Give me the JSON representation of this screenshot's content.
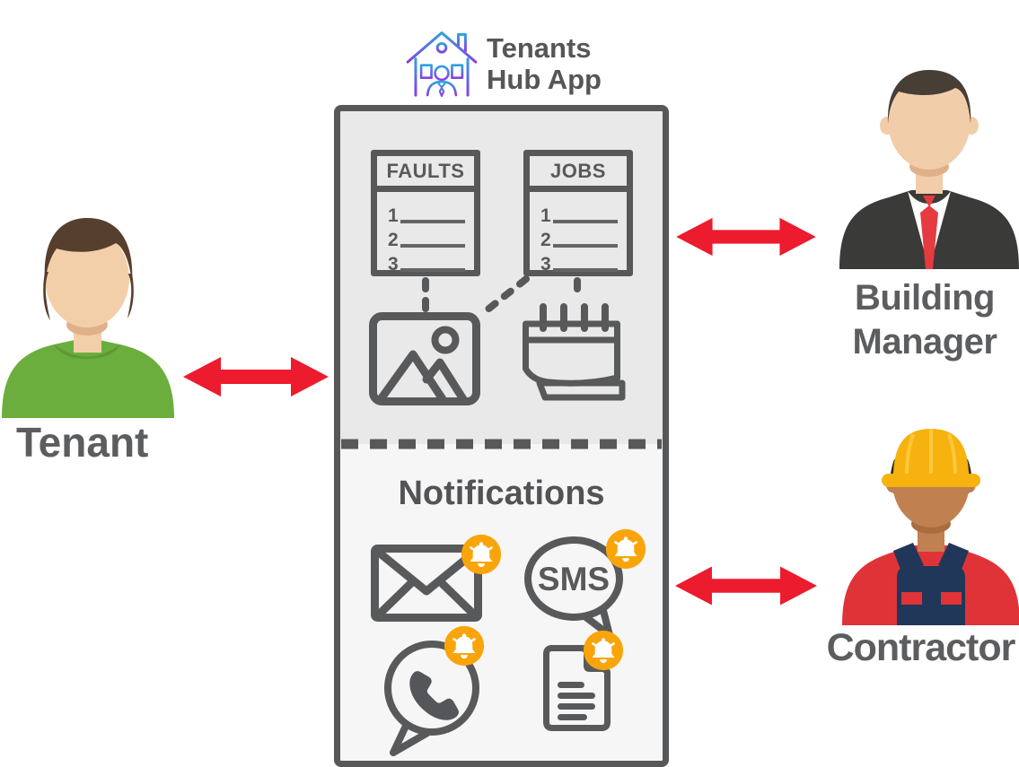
{
  "logo": {
    "icon": "house-person-icon",
    "title_line1": "Tenants",
    "title_line2": "Hub App"
  },
  "panel": {
    "faults_list": {
      "title": "FAULTS",
      "items": [
        "1",
        "2",
        "3"
      ]
    },
    "jobs_list": {
      "title": "JOBS",
      "items": [
        "1",
        "2",
        "3"
      ]
    },
    "media_icons": [
      {
        "name": "image-attachment-icon"
      },
      {
        "name": "calendar-icon"
      }
    ],
    "notifications": {
      "title": "Notifications",
      "channels": [
        {
          "name": "email",
          "icon": "envelope-icon"
        },
        {
          "name": "sms",
          "icon": "sms-speech-bubble-icon",
          "label": "SMS"
        },
        {
          "name": "whatsapp-call",
          "icon": "phone-speech-bubble-icon"
        },
        {
          "name": "report-document",
          "icon": "document-icon"
        }
      ]
    }
  },
  "actors": {
    "tenant": {
      "label": "Tenant",
      "icon": "tenant-avatar"
    },
    "building_manager": {
      "label": "Building Manager",
      "label_line1": "Building",
      "label_line2": "Manager",
      "icon": "building-manager-avatar"
    },
    "contractor": {
      "label": "Contractor",
      "icon": "contractor-avatar"
    }
  },
  "colors": {
    "arrow_red": "#EC1B2D",
    "badge_orange": "#F9A50A",
    "outline_gray": "#58595B",
    "logo_gradient_top": "#2FA3E0",
    "logo_gradient_bottom": "#8A3FE3"
  }
}
